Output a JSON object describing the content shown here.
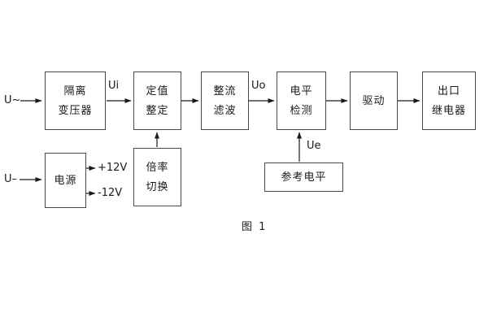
{
  "figure": {
    "caption": "图 1"
  },
  "blocks": {
    "isolation_transformer": {
      "line1": "隔离",
      "line2": "变压器"
    },
    "setpoint_adjust": {
      "line1": "定值",
      "line2": "整定"
    },
    "rectifier_filter": {
      "line1": "整流",
      "line2": "滤波"
    },
    "level_detect": {
      "line1": "电平",
      "line2": "检测"
    },
    "drive": {
      "line1": "驱动"
    },
    "output_relay": {
      "line1": "出口",
      "line2": "继电器"
    },
    "power_supply": {
      "line1": "电源"
    },
    "multiplier_switch": {
      "line1": "倍率",
      "line2": "切换"
    },
    "reference_level": {
      "line1": "参考电平"
    }
  },
  "labels": {
    "u_ac": "U~",
    "u_dc": "U–",
    "ui": "Ui",
    "uo": "Uo",
    "ue": "Ue",
    "plus12v": "+12V",
    "minus12v": "-12V"
  },
  "colors": {
    "line": "#1a1a1a",
    "box_border": "#4a4a4a",
    "background": "#ffffff"
  }
}
